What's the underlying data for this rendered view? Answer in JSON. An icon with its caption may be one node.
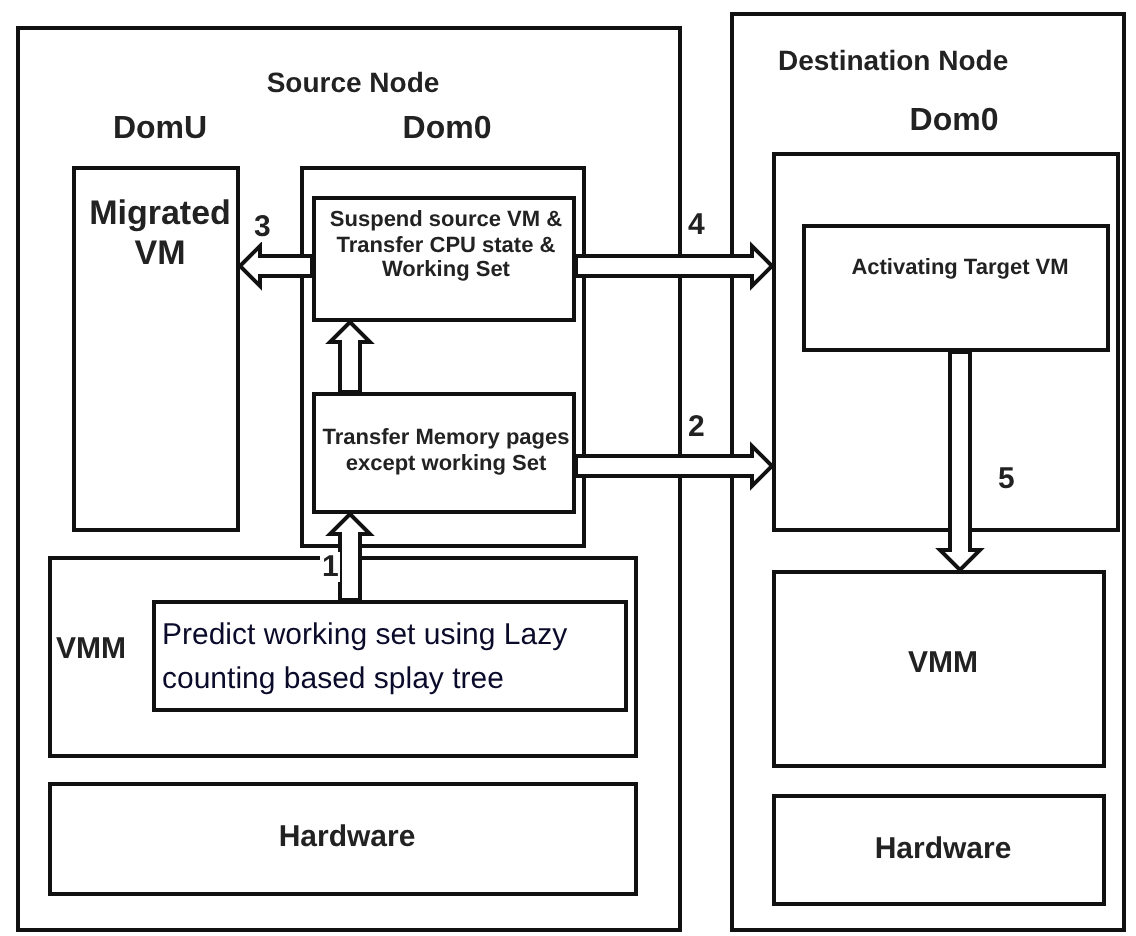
{
  "diagram": {
    "nodes": [
      {
        "text": [
          "Source Node"
        ]
      },
      {
        "text": [
          "DomU",
          "Migrated VM"
        ],
        "in": 0
      },
      {
        "text": [
          "Dom0"
        ],
        "in": 0
      },
      {
        "text": [
          "Suspend source VM & Transfer CPU state & Working Set"
        ],
        "in": 2
      },
      {
        "text": [
          "Transfer Memory pages except working Set"
        ],
        "in": 2
      },
      {
        "text": [
          "VMM"
        ],
        "in": 0
      },
      {
        "text": [
          "Predict working set using Lazy counting based splay tree"
        ],
        "in": 5
      },
      {
        "text": [
          "Hardware"
        ],
        "in": 0
      },
      {
        "text": [
          "Destination Node"
        ]
      },
      {
        "text": [
          "Dom0"
        ],
        "in": 8
      },
      {
        "text": [
          "Activating Target VM"
        ],
        "in": 9
      },
      {
        "text": [
          "VMM"
        ],
        "in": 8
      },
      {
        "text": [
          "Hardware"
        ],
        "in": 8
      }
    ],
    "edges": [
      {
        "from": 6,
        "to": 4,
        "arrow": "to",
        "label": "1"
      },
      {
        "from": 4,
        "to": 3,
        "arrow": "to"
      },
      {
        "from": 3,
        "to": 1,
        "arrow": "to",
        "label": "3"
      },
      {
        "from": 3,
        "to": 9,
        "arrow": "to",
        "label": "4"
      },
      {
        "from": 4,
        "to": 9,
        "arrow": "to",
        "label": "2"
      },
      {
        "from": 10,
        "to": 11,
        "arrow": "to",
        "label": "5"
      }
    ]
  }
}
